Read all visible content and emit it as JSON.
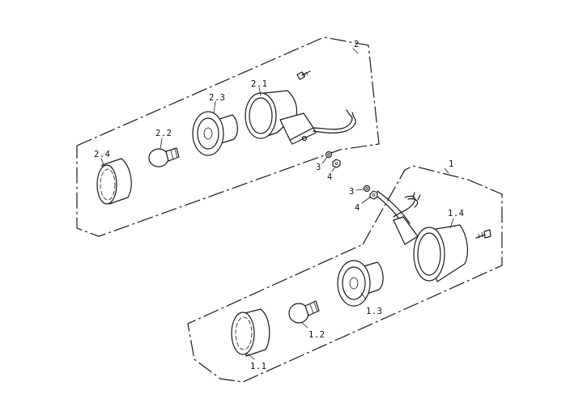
{
  "callouts": {
    "assy_2": "2",
    "assy_1": "1",
    "p2_1": "2.1",
    "p2_2": "2.2",
    "p2_3": "2.3",
    "p2_4": "2.4",
    "p1_1": "1.1",
    "p1_2": "1.2",
    "p1_3": "1.3",
    "p1_4": "1.4",
    "upper_washer": "3",
    "upper_nut": "4",
    "lower_washer": "3",
    "lower_nut": "4"
  },
  "colors": {
    "line": "#1a1a1a",
    "background": "#ffffff"
  }
}
